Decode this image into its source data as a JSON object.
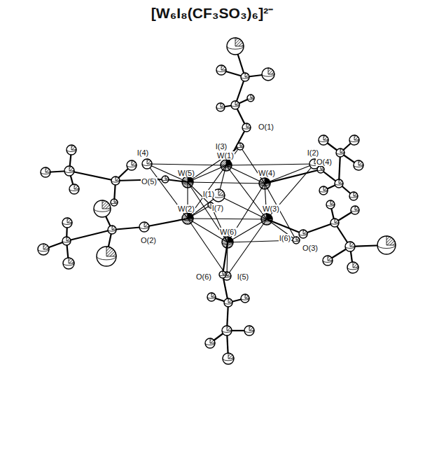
{
  "diagram": {
    "title": "[W₆I₈(CF₃SO₃)₆]²⁻",
    "labels": [
      "I(3)",
      "O(1)",
      "W(1)",
      "I(4)",
      "I(2)",
      "O(4)",
      "O(5)",
      "W(5)",
      "W(4)",
      "I(1)",
      "I(7)",
      "W(2)",
      "W(3)",
      "O(2)",
      "W(6)",
      "I(6)",
      "O(3)",
      "O(6)",
      "I(5)"
    ]
  }
}
